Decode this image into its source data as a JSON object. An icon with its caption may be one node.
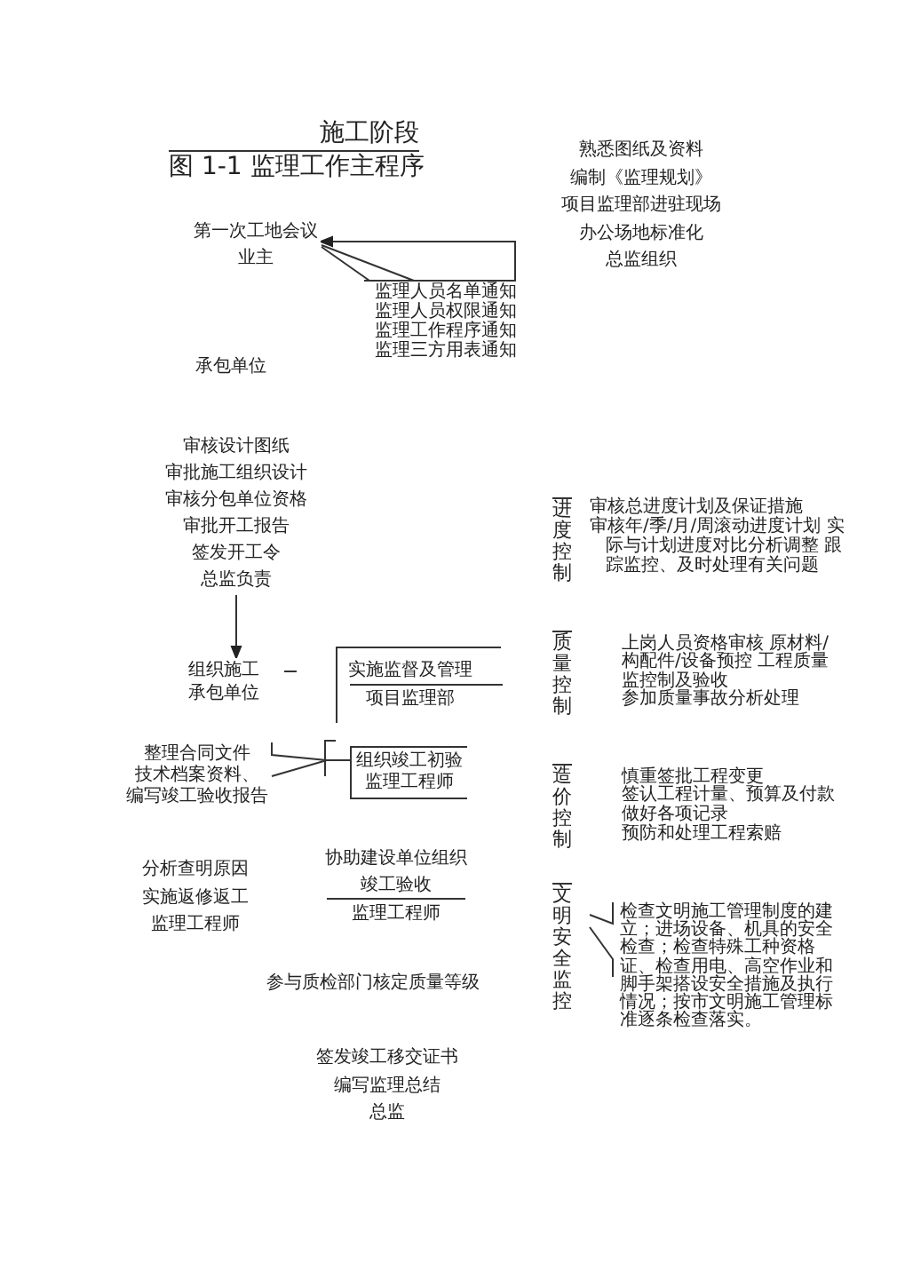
{
  "diagram": {
    "title": "施工阶段",
    "caption": "图 1-1 监理工作主程序",
    "nodes": [
      {
        "text": [
          "第一次工地会议",
          "业主"
        ]
      },
      {
        "text": [
          "监理人员名单通知",
          "监理人员权限通知",
          "监理工作程序通知",
          "监理三方用表通知"
        ]
      },
      {
        "text": [
          "审核设计图纸",
          "审批施工组织设计",
          "审核分包单位资格",
          "审批开工报告",
          "签发开工令",
          "总监负责"
        ]
      },
      {
        "text": [
          "组织施工",
          "承包单位"
        ]
      },
      {
        "text": [
          "实施监督及管理",
          "项目监理部"
        ]
      },
      {
        "text": [
          "整理合同文件",
          "技术档案资料、",
          "编写竣工验收报告"
        ]
      },
      {
        "text": [
          "组织竣工初验",
          "监理工程师"
        ]
      }
    ],
    "edges": [
      {
        "from": 1,
        "to": 0,
        "arrow": "to"
      },
      {
        "from": 2,
        "to": 3,
        "arrow": "to"
      },
      {
        "from": 5,
        "to": 6,
        "arrow": "none"
      }
    ],
    "labels": [
      "熟悉图纸及资料",
      "编制《监理规划》",
      "项目监理部进驻现场",
      "办公场地标准化",
      "总监组织",
      "承包单位",
      "进度控制",
      "审核总进度计划及保证措施",
      "审核年/季/月/周滚动进度计划 实际与计划进度对比分析调整 跟踪监控、及时处理有关问题",
      "质量控制",
      "上岗人员资格审核 原材料/构配件/设备预控 工程质量监控制及验收",
      "参加质量事故分析处理",
      "造价控制",
      "慎重签批工程变更",
      "签认工程计量、预算及付款",
      "做好各项记录",
      "预防和处理工程索赔",
      "文明安全监控",
      "检查文明施工管理制度的建立；进场设备、机具的安全检查；检查特殊工种资格证、检查用电、高空作业和脚手架搭设安全措施及执行情况；按市文明施工管理标准逐条检查落实。",
      "分析查明原因",
      "实施返修返工",
      "监理工程师",
      "协助建设单位组织竣工验收",
      "监理工程师",
      "参与质检部门核定质量等级",
      "签发竣工移交证书",
      "编写监理总结",
      "总监"
    ]
  }
}
